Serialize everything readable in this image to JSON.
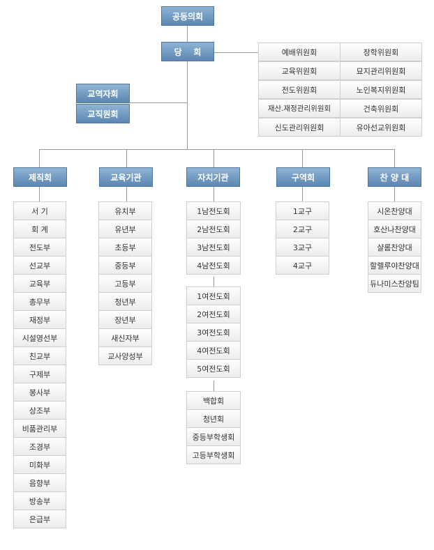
{
  "top": {
    "joint": "공동의회",
    "session": "당    회",
    "admin1": "교역자회",
    "admin2": "교직원회"
  },
  "committees": [
    [
      "예배위원회",
      "장학위원회"
    ],
    [
      "교육위원회",
      "묘지관리위원회"
    ],
    [
      "전도위원회",
      "노인복지위원회"
    ],
    [
      "재산.재정관리위원회",
      "건축위원회"
    ],
    [
      "신도관리위원회",
      "유아선교위원회"
    ]
  ],
  "columns": [
    {
      "title": "제직회",
      "items": [
        "서    기",
        "회    계",
        "전도부",
        "선교부",
        "교육부",
        "총무부",
        "재정부",
        "시설영선부",
        "친교부",
        "구제부",
        "봉사부",
        "상조부",
        "비품관리부",
        "조경부",
        "미화부",
        "음향부",
        "방송부",
        "은급부"
      ]
    },
    {
      "title": "교육기관",
      "items": [
        "유치부",
        "유년부",
        "초등부",
        "중등부",
        "고등부",
        "청년부",
        "장년부",
        "새신자부",
        "교사양성부"
      ]
    },
    {
      "title": "자치기관",
      "groups": [
        [
          "1남전도회",
          "2남전도회",
          "3남전도회",
          "4남전도회"
        ],
        [
          "1여전도회",
          "2여전도회",
          "3여전도회",
          "4여전도회",
          "5여전도회"
        ],
        [
          "백합회",
          "청년회",
          "중등부학생회",
          "고등부학생회"
        ]
      ]
    },
    {
      "title": "구역회",
      "items": [
        "1교구",
        "2교구",
        "3교구",
        "4교구"
      ]
    },
    {
      "title": "찬 양 대",
      "items": [
        "시온찬양대",
        "호산나찬양대",
        "샬롬찬양대",
        "할렐루야찬양대",
        "듀나미스찬양팀"
      ]
    }
  ]
}
